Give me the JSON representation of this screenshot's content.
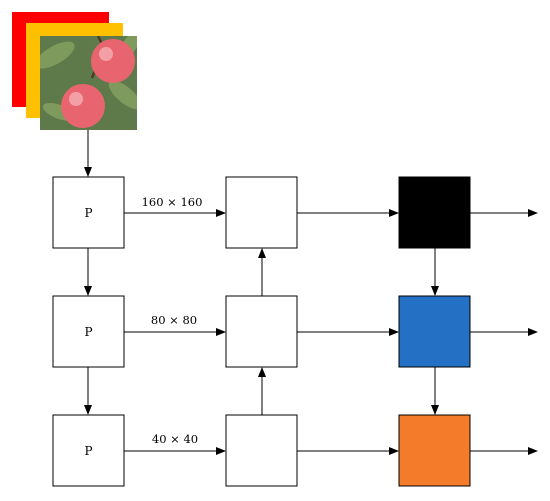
{
  "input_image": {
    "icon": "lychee-photo-stack",
    "layer_colors": [
      "#ff0000",
      "#ffc000"
    ],
    "photo_colors": {
      "background": "#5f7a4a",
      "leaves": "#7e9a5c",
      "fruit": "#e8656f",
      "fruit_highlight": "#f2a0a6",
      "stem": "#4b3a26"
    }
  },
  "left_column": [
    {
      "label": "P"
    },
    {
      "label": "P"
    },
    {
      "label": "P"
    }
  ],
  "edges": [
    {
      "label": "160 × 160"
    },
    {
      "label": "80 × 80"
    },
    {
      "label": "40 × 40"
    }
  ],
  "outputs": [
    {
      "color": "#000000"
    },
    {
      "color": "#2370c4"
    },
    {
      "color": "#f47b2a"
    }
  ],
  "stroke_color": "#000000"
}
